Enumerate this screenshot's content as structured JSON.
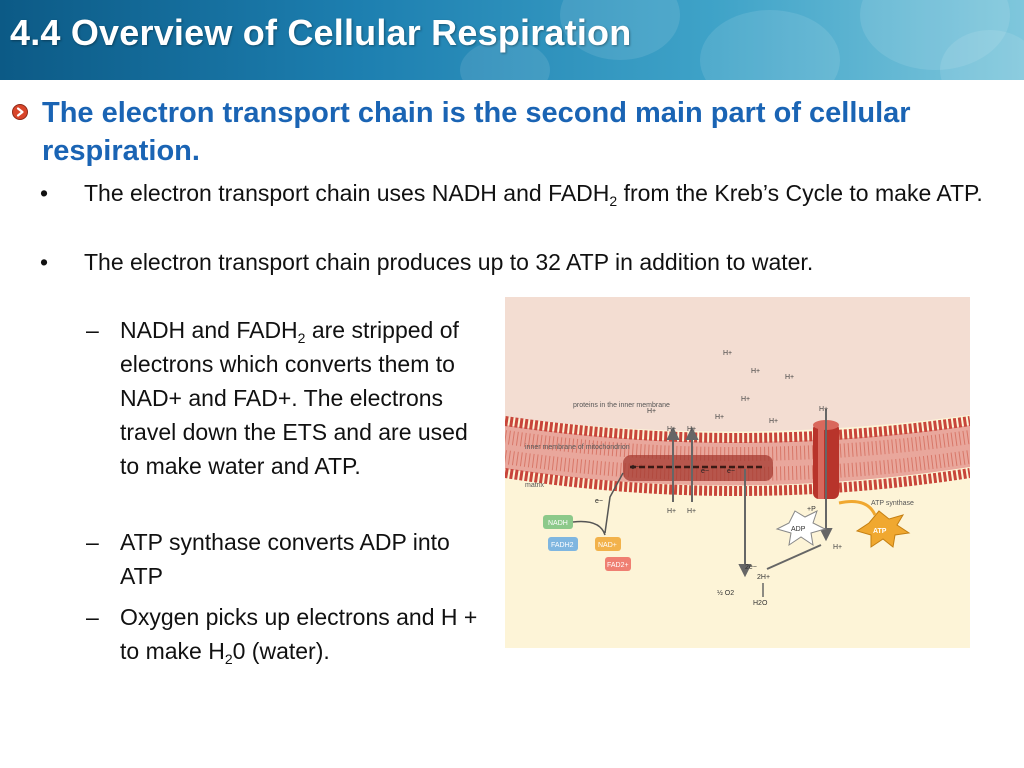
{
  "header": {
    "title": "4.4 Overview of Cellular Respiration"
  },
  "main_point": "The electron transport chain is the second main part of cellular respiration.",
  "bullets": [
    {
      "marker": "•",
      "pre": "The electron transport chain uses NADH and FADH",
      "sub": "2",
      "post": " from the Kreb’s Cycle to make ATP."
    },
    {
      "marker": "•",
      "pre": "The electron transport chain produces up to 32 ATP in addition to water.",
      "sub": "",
      "post": ""
    }
  ],
  "dashes": [
    {
      "marker": "–",
      "pre": "NADH and FADH",
      "sub": "2",
      "post": " are stripped of electrons which converts them to NAD+ and FAD+.  The electrons travel down the ETS and are used to make water and ATP."
    },
    {
      "marker": "–",
      "pre": "ATP synthase converts ADP into ATP",
      "sub": "",
      "post": ""
    },
    {
      "marker": "–",
      "pre": "Oxygen picks up electrons and H + to make H",
      "sub": "2",
      "post": "0 (water)."
    }
  ],
  "diagram": {
    "label_proteins": "proteins in the inner membrane",
    "label_inner_membrane": "inner membrane of mitochondrion",
    "label_matrix": "matrix",
    "label_atp_synthase": "ATP synthase",
    "h_plus": "H+",
    "e_minus": "e−",
    "nadh": "NADH",
    "fadh2": "FADH2",
    "nad_plus": "NAD+",
    "fad_plus": "FAD2+",
    "adp": "ADP",
    "atp": "ATP",
    "plus_p": "+P",
    "two_e": "2e−",
    "two_h": "2H+",
    "half_o2": "½ O2",
    "h2o": "H2O",
    "colors": {
      "intermembrane_bg": "#f3ddd2",
      "matrix_bg": "#fdf4d7",
      "membrane": "#c8453a",
      "nadh": "#8cc98a",
      "fadh2": "#7fb6e0",
      "nad_plus": "#f2b24b",
      "fad_plus": "#ef7f72",
      "atp": "#f0a830"
    }
  }
}
